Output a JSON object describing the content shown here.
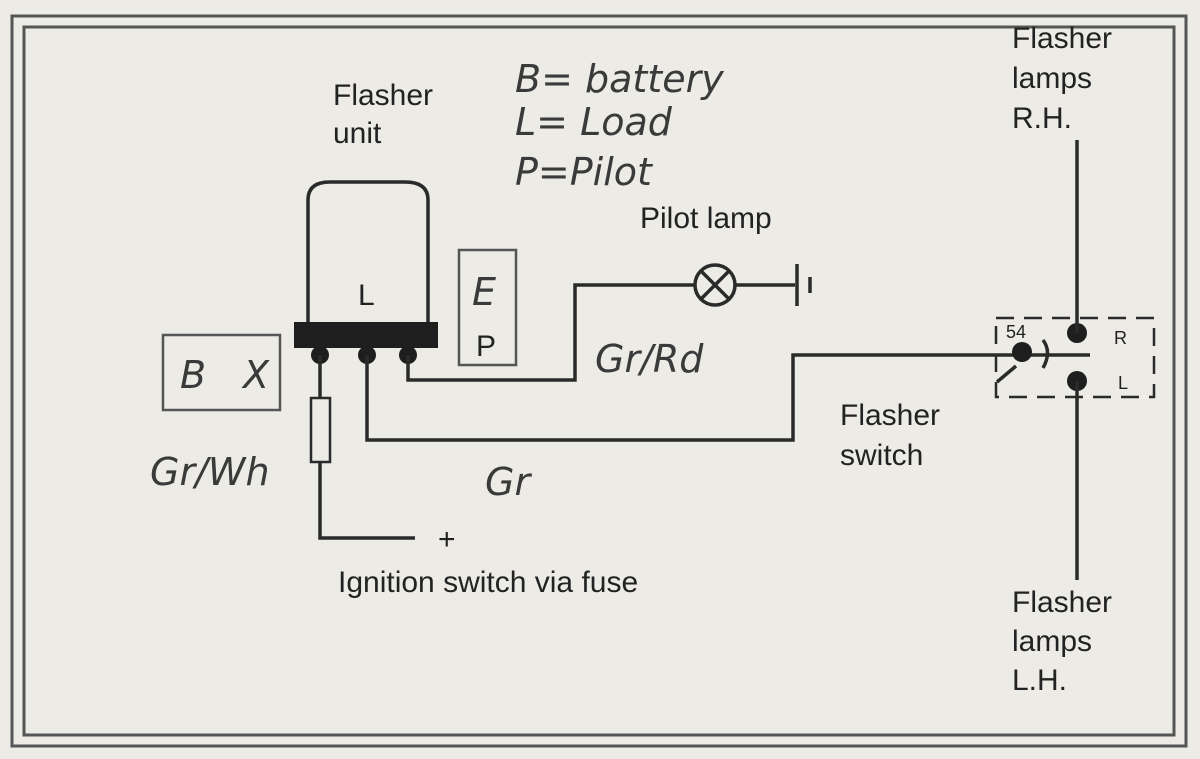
{
  "diagram": {
    "flasher_unit_label": [
      "Flasher",
      "unit"
    ],
    "flasher_unit_terminal": "L",
    "handwritten_legend": [
      "B= battery",
      "L= Load",
      "P=Pilot"
    ],
    "box_left": {
      "left": "B",
      "right": "X"
    },
    "box_ep": {
      "top": "E",
      "bottom": "P"
    },
    "pilot_lamp_label": "Pilot lamp",
    "wire_gr_rd": "Gr/Rd",
    "wire_gr": "Gr",
    "wire_gr_wh": "Gr/Wh",
    "ignition_label": "Ignition switch via fuse",
    "plus_sign": "+",
    "flasher_switch_label": [
      "Flasher",
      "switch"
    ],
    "switch_terminals": {
      "pin": "54",
      "right": "R",
      "left": "L"
    },
    "lamps_rh_label": [
      "Flasher",
      "lamps",
      "R.H."
    ],
    "lamps_lh_label": [
      "Flasher",
      "lamps",
      "L.H."
    ]
  }
}
